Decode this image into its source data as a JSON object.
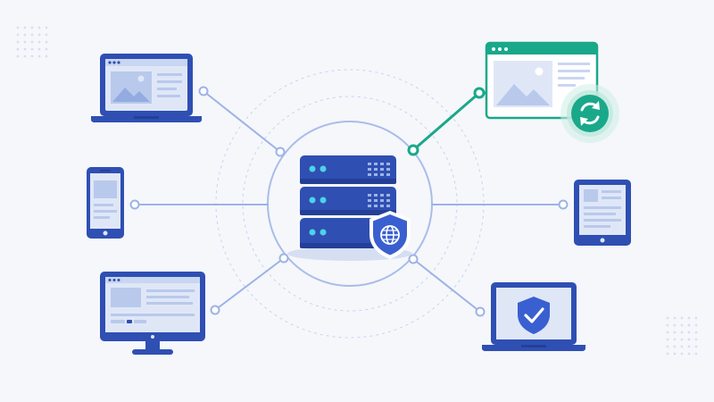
{
  "colors": {
    "background": "#f5f7fb",
    "primary": "#2f4fb3",
    "primary_dark": "#243f97",
    "screen": "#dfe7f7",
    "screen_content": "#b9c9ec",
    "line": "#9db3e6",
    "ring": "#c7d3f1",
    "accent": "#1aa88a",
    "accent_soft": "#cdeee5",
    "status_dot": "#4fd1e8"
  },
  "hub": {
    "icon": "server-stack-icon",
    "badge_icon": "globe-shield-icon"
  },
  "devices": [
    {
      "id": "laptop-top-left",
      "icon": "laptop-image-icon"
    },
    {
      "id": "phone-left",
      "icon": "smartphone-icon"
    },
    {
      "id": "desktop-bottom-left",
      "icon": "desktop-monitor-icon"
    },
    {
      "id": "browser-top-right",
      "icon": "browser-window-sync-icon",
      "highlighted": true
    },
    {
      "id": "tablet-right",
      "icon": "tablet-icon"
    },
    {
      "id": "laptop-bottom-right",
      "icon": "laptop-shield-icon"
    }
  ]
}
